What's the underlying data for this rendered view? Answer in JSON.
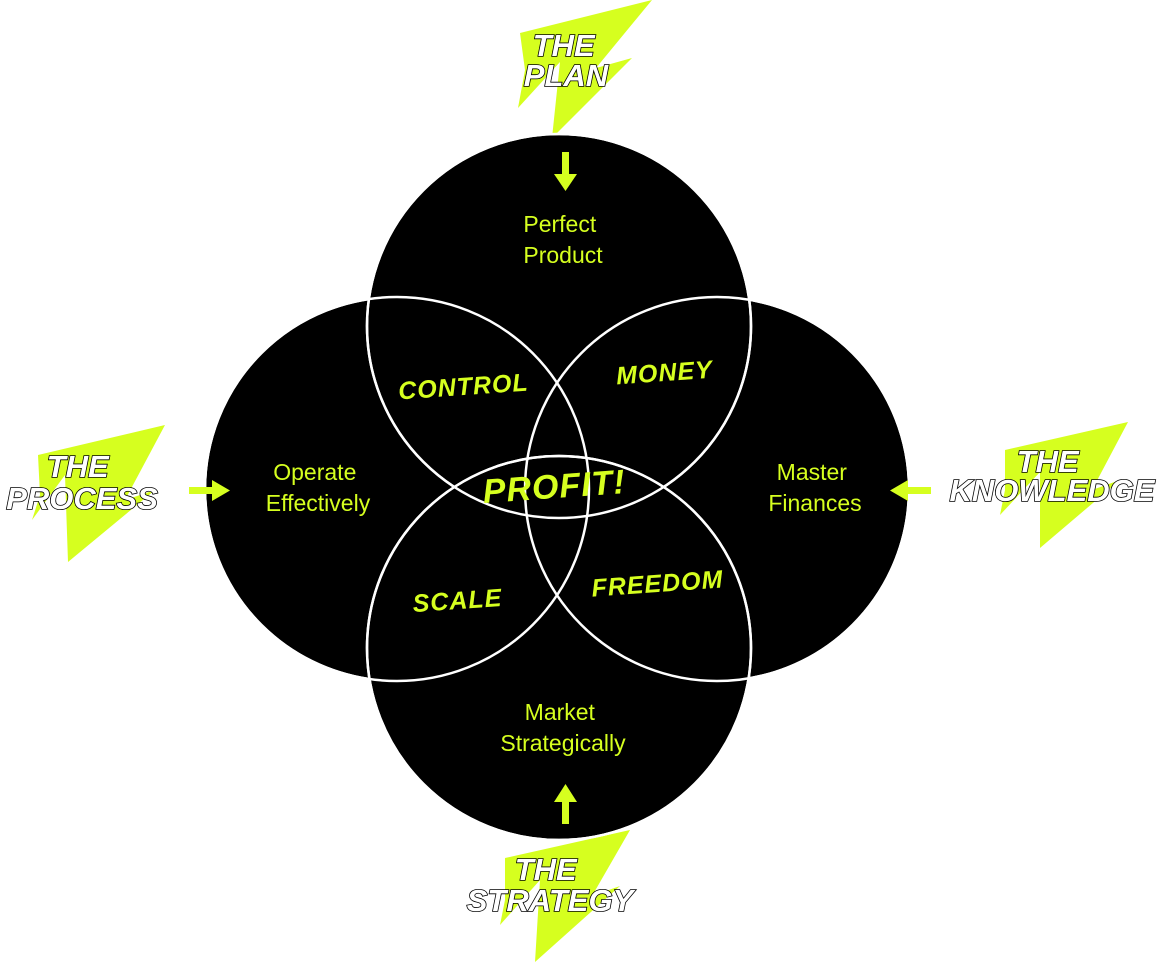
{
  "colors": {
    "accent": "#d6ff1f",
    "circle_fill": "#000000",
    "circle_stroke": "#ffffff",
    "background": "#ffffff"
  },
  "circles": {
    "top": {
      "line1": "Perfect",
      "line2": "Product"
    },
    "left": {
      "line1": "Operate",
      "line2": "Effectively"
    },
    "right": {
      "line1": "Master",
      "line2": "Finances"
    },
    "bottom": {
      "line1": "Market",
      "line2": "Strategically"
    }
  },
  "overlaps": {
    "top_left": "CONTROL",
    "top_right": "MONEY",
    "bottom_left": "SCALE",
    "bottom_right": "FREEDOM",
    "center": "PROFIT!"
  },
  "badges": {
    "top": {
      "line1": "THE",
      "line2": "PLAN"
    },
    "left": {
      "line1": "THE",
      "line2": "PROCESS"
    },
    "right": {
      "line1": "THE",
      "line2": "KNOWLEDGE"
    },
    "bottom": {
      "line1": "THE",
      "line2": "STRATEGY"
    }
  },
  "icons": {
    "arrows": [
      "arrow-down-icon",
      "arrow-right-icon",
      "arrow-left-icon",
      "arrow-up-icon"
    ],
    "bolts": [
      "lightning-bolt-icon"
    ]
  }
}
